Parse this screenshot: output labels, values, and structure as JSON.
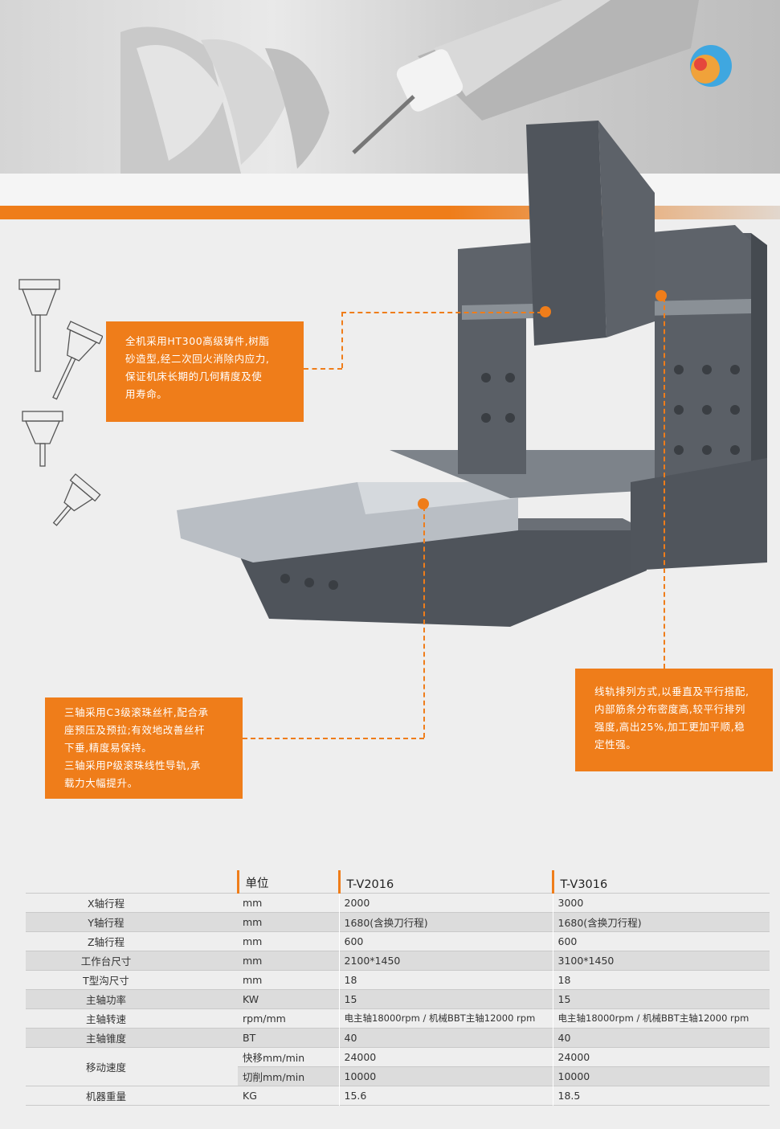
{
  "callouts": {
    "casting": [
      "全机采用HT300高级铸件,树脂",
      "砂造型,经二次回火消除内应力,",
      "保证机床长期的几何精度及使",
      "用寿命。"
    ],
    "screw": [
      "三轴采用C3级滚珠丝杆,配合承",
      "座预压及预拉;有效地改善丝杆",
      "下垂,精度易保持。",
      "三轴采用P级滚珠线性导轨,承",
      "载力大幅提升。"
    ],
    "rail": [
      "线轨排列方式,以垂直及平行搭配,",
      "内部筋条分布密度高,较平行排列",
      "强度,高出25%,加工更加平顺,稳",
      "定性强。"
    ]
  },
  "table": {
    "headers": [
      "",
      "单位",
      "T-V2016",
      "T-V3016"
    ],
    "rows": [
      {
        "param": "X轴行程",
        "unit": "mm",
        "v1": "2000",
        "v2": "3000"
      },
      {
        "param": "Y轴行程",
        "unit": "mm",
        "v1": "1680(含换刀行程)",
        "v2": "1680(含换刀行程)"
      },
      {
        "param": "Z轴行程",
        "unit": "mm",
        "v1": "600",
        "v2": "600"
      },
      {
        "param": "工作台尺寸",
        "unit": "mm",
        "v1": "2100*1450",
        "v2": "3100*1450"
      },
      {
        "param": "T型沟尺寸",
        "unit": "mm",
        "v1": "18",
        "v2": "18"
      },
      {
        "param": "主轴功率",
        "unit": "KW",
        "v1": "15",
        "v2": "15"
      },
      {
        "param": "主轴转速",
        "unit": "rpm/mm",
        "v1": "电主轴18000rpm / 机械BBT主轴12000 rpm",
        "v2": "电主轴18000rpm / 机械BBT主轴12000 rpm"
      },
      {
        "param": "主轴锥度",
        "unit": "BT",
        "v1": "40",
        "v2": "40"
      }
    ],
    "speed": {
      "param": "移动速度",
      "rapid_unit": "快移mm/min",
      "rapid_v1": "24000",
      "rapid_v2": "24000",
      "cut_unit": "切削mm/min",
      "cut_v1": "10000",
      "cut_v2": "10000"
    },
    "weight": {
      "param": "机器重量",
      "unit": "KG",
      "v1": "15.6",
      "v2": "18.5"
    }
  },
  "colors": {
    "accent": "#ef7d1a",
    "machine": "#5a5f66",
    "background": "#eeeeee"
  }
}
